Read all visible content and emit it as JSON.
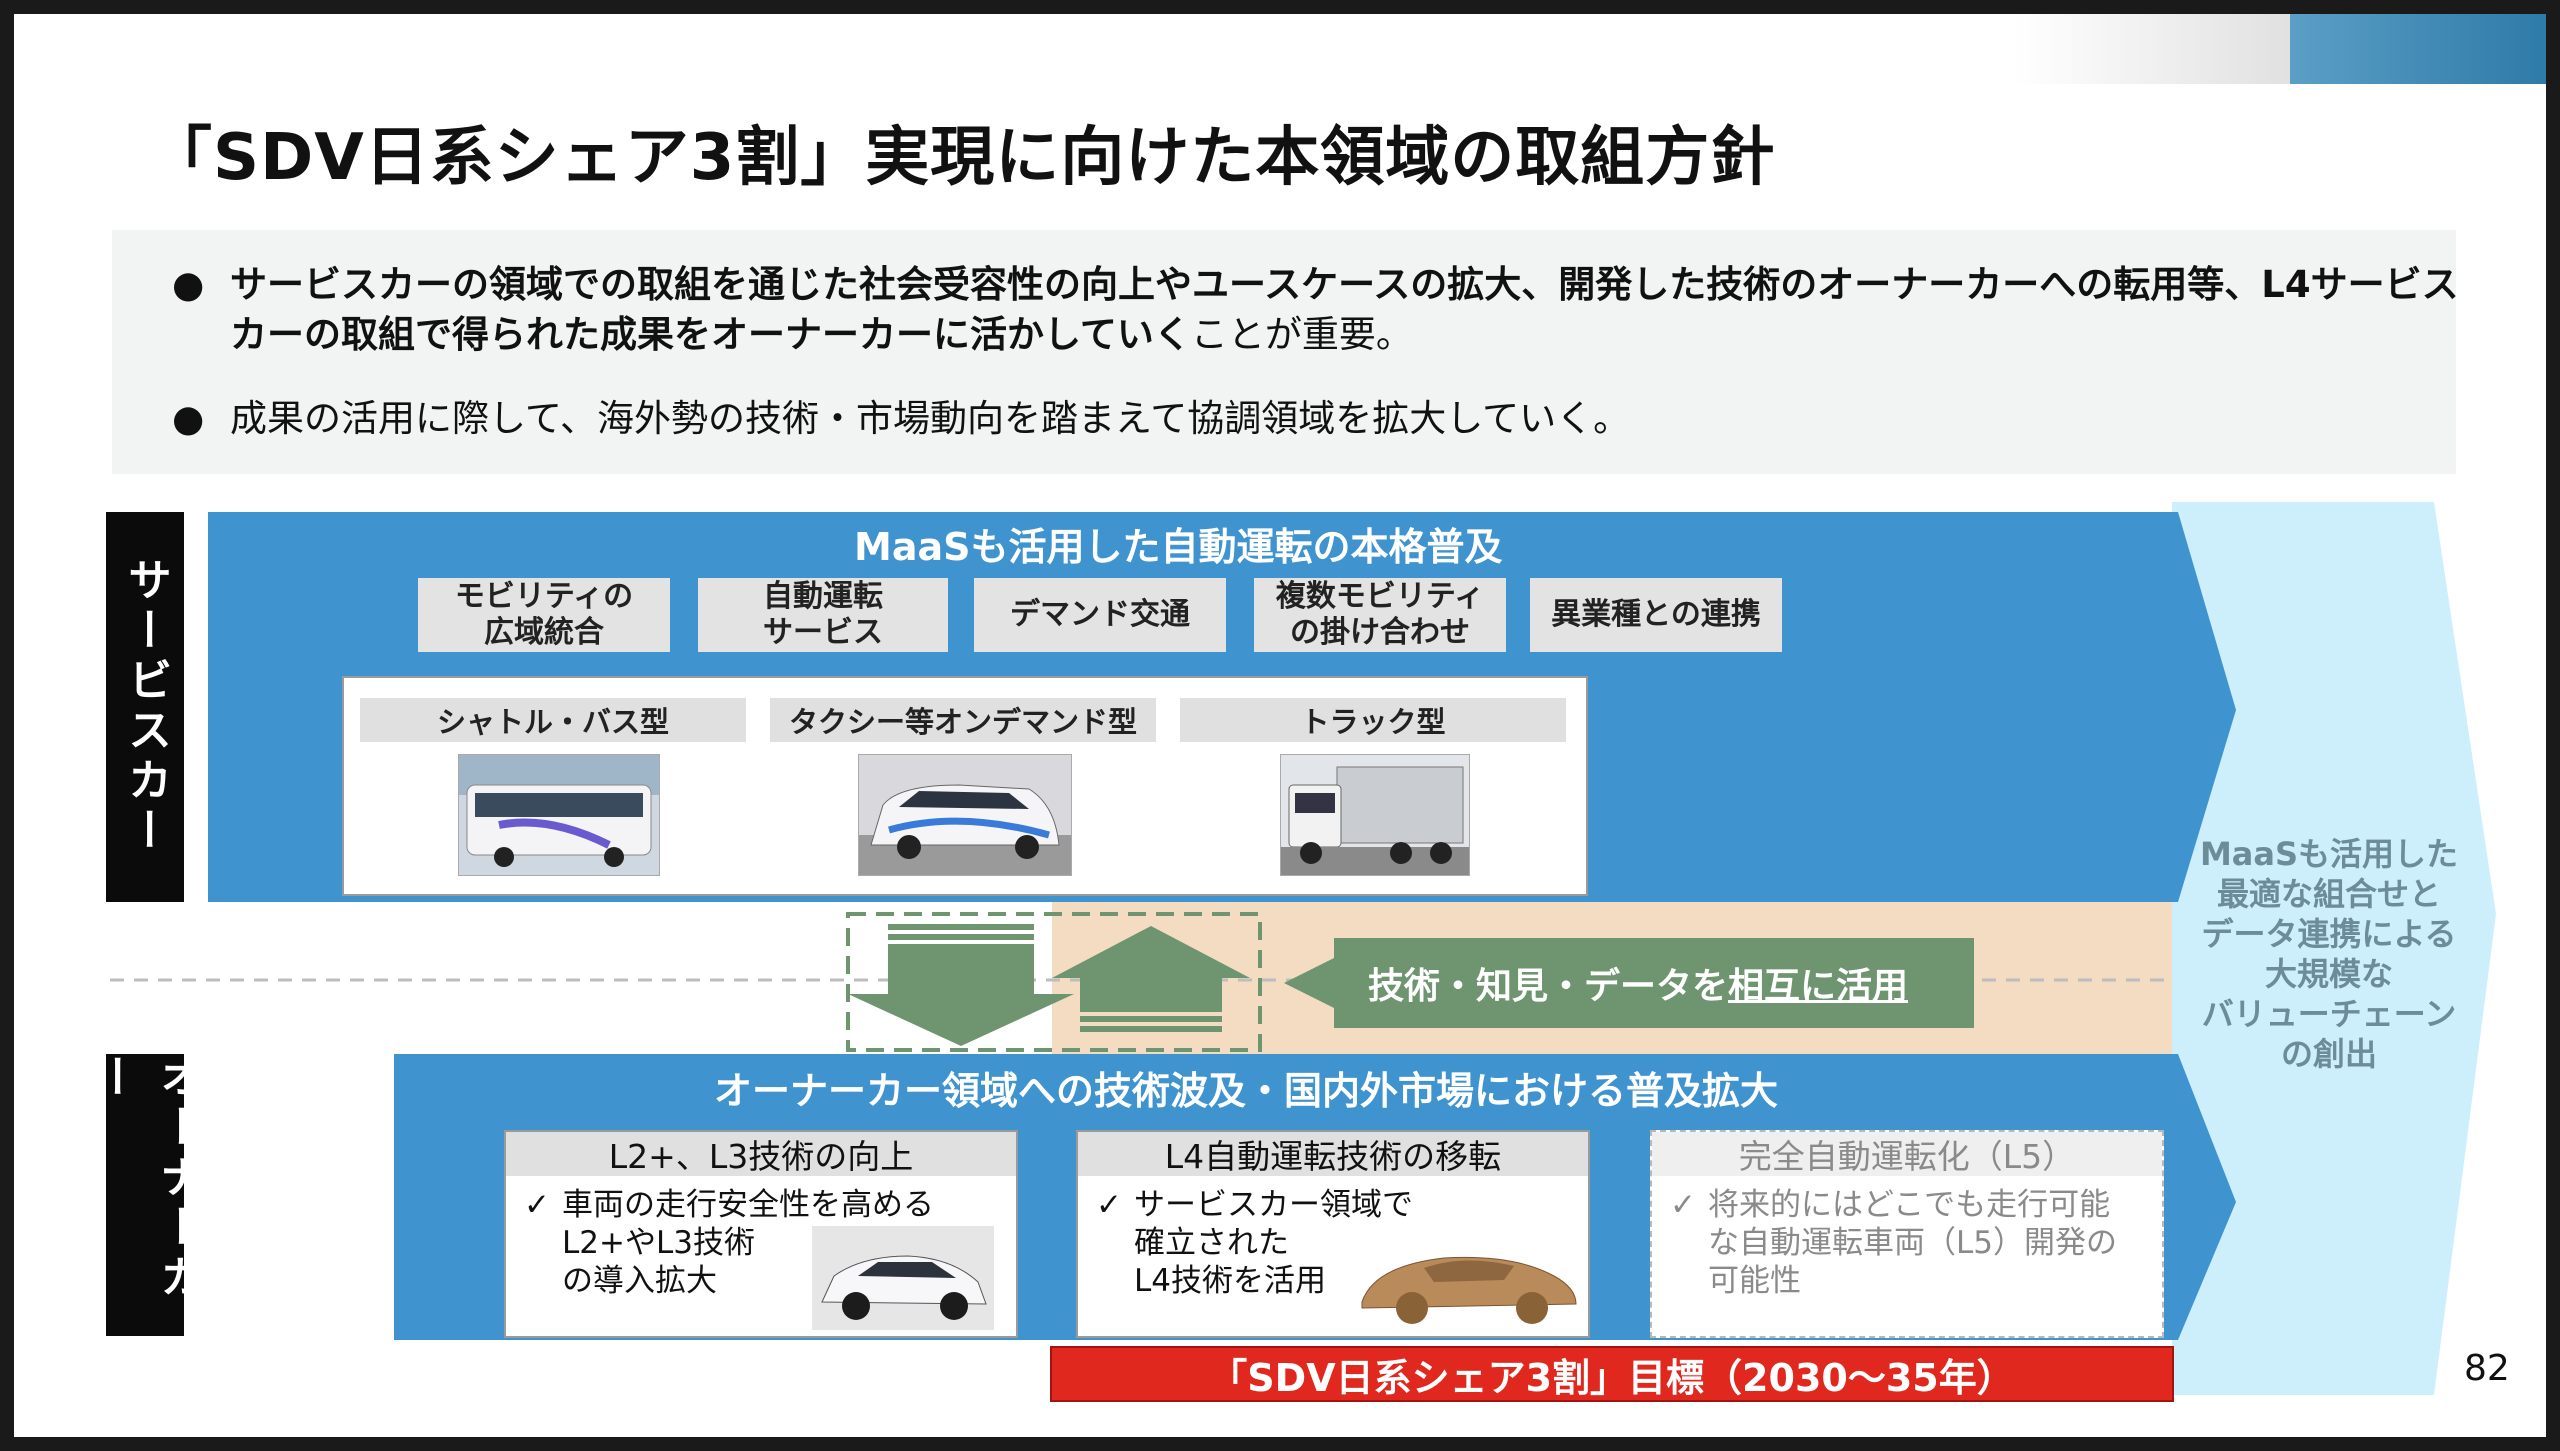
{
  "title": "「SDV日系シェア3割」実現に向けた本領域の取組方針",
  "bullets": [
    {
      "bold": "サービスカーの領域での取組を通じた社会受容性の向上やユースケースの拡大、開発した技術のオーナーカーへの転用等、L4サービスカーの取組で得られた成果をオーナーカーに活かしていく",
      "normal": "ことが重要。"
    },
    {
      "bold": "",
      "normal": "成果の活用に際して、海外勢の技術・市場動向を踏まえて協調領域を拡大していく。"
    }
  ],
  "service": {
    "label": "サービスカー",
    "header": "MaaSも活用した自動運転の本格普及",
    "tags": [
      "モビリティの\n広域統合",
      "自動運転\nサービス",
      "デマンド交通",
      "複数モビリティ\nの掛け合わせ",
      "異業種との連携"
    ],
    "vehicles": [
      "シャトル・バス型",
      "タクシー等オンデマンド型",
      "トラック型"
    ]
  },
  "mid": {
    "text_prefix": "技術・知見・データを",
    "text_underline": "相互に活用"
  },
  "right_text": "MaaSも活用した\n最適な組合せと\nデータ連携による\n大規模な\nバリューチェーン\nの創出",
  "owner": {
    "label": "オーナーカー",
    "header": "オーナーカー領域への技術波及・国内外市場における普及拡大",
    "boxes": [
      {
        "title": "L2+、L3技術の向上",
        "check": "✓",
        "body": "車両の走行安全性を高める\nL2+やL3技術\nの導入拡大"
      },
      {
        "title": "L4自動運転技術の移転",
        "check": "✓",
        "body": "サービスカー領域で\n確立された\nL4技術を活用"
      },
      {
        "title": "完全自動運転化（L5）",
        "check": "✓",
        "body": "将来的にはどこでも走行可能\nな自動運転車両（L5）開発の\n可能性"
      }
    ]
  },
  "target": "「SDV日系シェア3割」目標（2030～35年）",
  "page_number": "82",
  "colors": {
    "blue": "#3f93cf",
    "light_blue": "#cdeefb",
    "peach": "#f3dcc2",
    "green": "#6e9470",
    "red": "#e0281e"
  }
}
